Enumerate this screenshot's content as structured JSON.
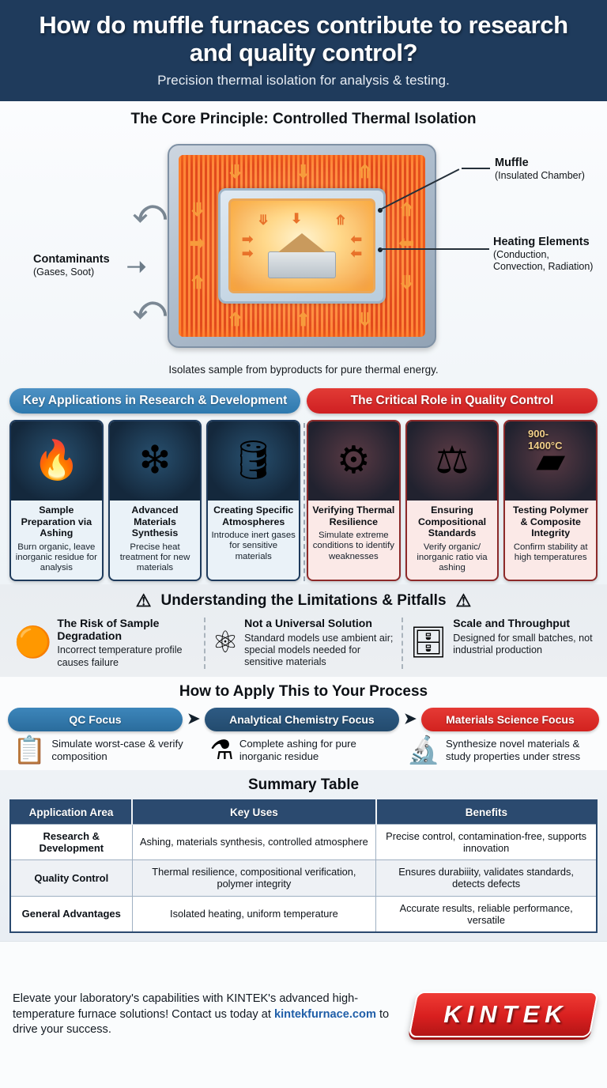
{
  "header": {
    "title": "How do muffle furnaces contribute to research and quality control?",
    "subtitle": "Precision thermal isolation for analysis & testing."
  },
  "core": {
    "heading": "The Core Principle: Controlled Thermal Isolation",
    "caption": "Isolates sample from byproducts for pure thermal energy.",
    "labels": {
      "muffle_title": "Muffle",
      "muffle_sub": "(Insulated Chamber)",
      "heating_title": "Heating Elements",
      "heating_sub": "(Conduction,\nConvection, Radiation)",
      "heating_sub_line1": "(Conduction,",
      "heating_sub_line2": "Convection, Radiation)",
      "contaminants_title": "Contaminants",
      "contaminants_sub": "(Gases, Soot)"
    }
  },
  "research": {
    "pill": "Key Applications in Research & Development",
    "cards": [
      {
        "icon": "flame-crucible-icon",
        "glyph": "🔥",
        "title": "Sample Preparation via Ashing",
        "desc": "Burn organic, leave inorganic residue for analysis"
      },
      {
        "icon": "crystal-lattice-icon",
        "glyph": "❇",
        "title": "Advanced Materials Synthesis",
        "desc": "Precise heat treatment for new materials"
      },
      {
        "icon": "gas-cylinder-icon",
        "glyph": "🛢",
        "title": "Creating Specific Atmospheres",
        "desc": "Introduce inert gases for sensitive materials"
      }
    ]
  },
  "quality": {
    "pill": "The Critical Role in Quality Control",
    "cards": [
      {
        "icon": "gear-flame-icon",
        "glyph": "⚙",
        "title": "Verifying Thermal Resilience",
        "desc": "Simulate extreme conditions to identify weaknesses",
        "badge": ""
      },
      {
        "icon": "balance-scale-icon",
        "glyph": "⚖",
        "title": "Ensuring Compositional Standards",
        "desc": "Verify organic/ inorganic ratio via ashing",
        "badge": ""
      },
      {
        "icon": "hot-metal-bar-icon",
        "glyph": "▰",
        "title": "Testing Polymer & Composite Integrity",
        "desc": "Confirm stability at high temperatures",
        "badge": "900-1400°C"
      }
    ]
  },
  "limitations": {
    "heading": "Understanding the Limitations & Pitfalls",
    "warning_glyph": "⚠",
    "items": [
      {
        "icon": "melted-sample-icon",
        "glyph": "🟠",
        "title": "The Risk of Sample Degradation",
        "desc": "Incorrect temperature profile causes failure"
      },
      {
        "icon": "oxygen-molecule-icon",
        "glyph": "⚛",
        "title": "Not a Universal Solution",
        "desc": "Standard models use ambient air; special models needed for sensitive materials"
      },
      {
        "icon": "muffle-furnace-unit-icon",
        "glyph": "🗄",
        "title": "Scale and Throughput",
        "desc": "Designed for small batches, not industrial production"
      }
    ]
  },
  "apply": {
    "heading": "How to Apply This to Your Process",
    "arrow_glyph": "➤",
    "steps": [
      {
        "chip": "QC Focus",
        "icon": "clipboard-checklist-icon",
        "glyph": "📋",
        "text": "Simulate worst-case & verify composition"
      },
      {
        "chip": "Analytical Chemistry Focus",
        "icon": "flask-icon",
        "glyph": "⚗",
        "text": "Complete ashing for pure inorganic residue"
      },
      {
        "chip": "Materials Science Focus",
        "icon": "microscope-icon",
        "glyph": "🔬",
        "text": "Synthesize novel materials & study properties under stress"
      }
    ]
  },
  "summary": {
    "heading": "Summary Table",
    "columns": [
      "Application Area",
      "Key Uses",
      "Benefits"
    ],
    "rows": [
      {
        "area": "Research & Development",
        "uses": "Ashing, materials synthesis, controlled atmosphere",
        "benefits": "Precise control, contamination-free, supports innovation"
      },
      {
        "area": "Quality Control",
        "uses": "Thermal resilience, compositional verification, polymer integrity",
        "benefits": "Ensures durabiiity, validates standards, detects defects"
      },
      {
        "area": "General Advantages",
        "uses": "Isolated heating, uniform temperature",
        "benefits": "Accurate results, reliable performance, versatile"
      }
    ]
  },
  "footer": {
    "text_before": "Elevate your laboratory's capabilities with KINTEK's advanced high-temperature furnace solutions! Contact us today at ",
    "link": "kintekfurnace.com",
    "text_after": " to drive your success.",
    "logo": "KINTEK"
  },
  "colors": {
    "header_bg": "#1f3b5c",
    "accent_blue": "#2e79ae",
    "accent_red": "#cf1f22",
    "table_header": "#2b4a6f",
    "link": "#1f5ea8"
  }
}
